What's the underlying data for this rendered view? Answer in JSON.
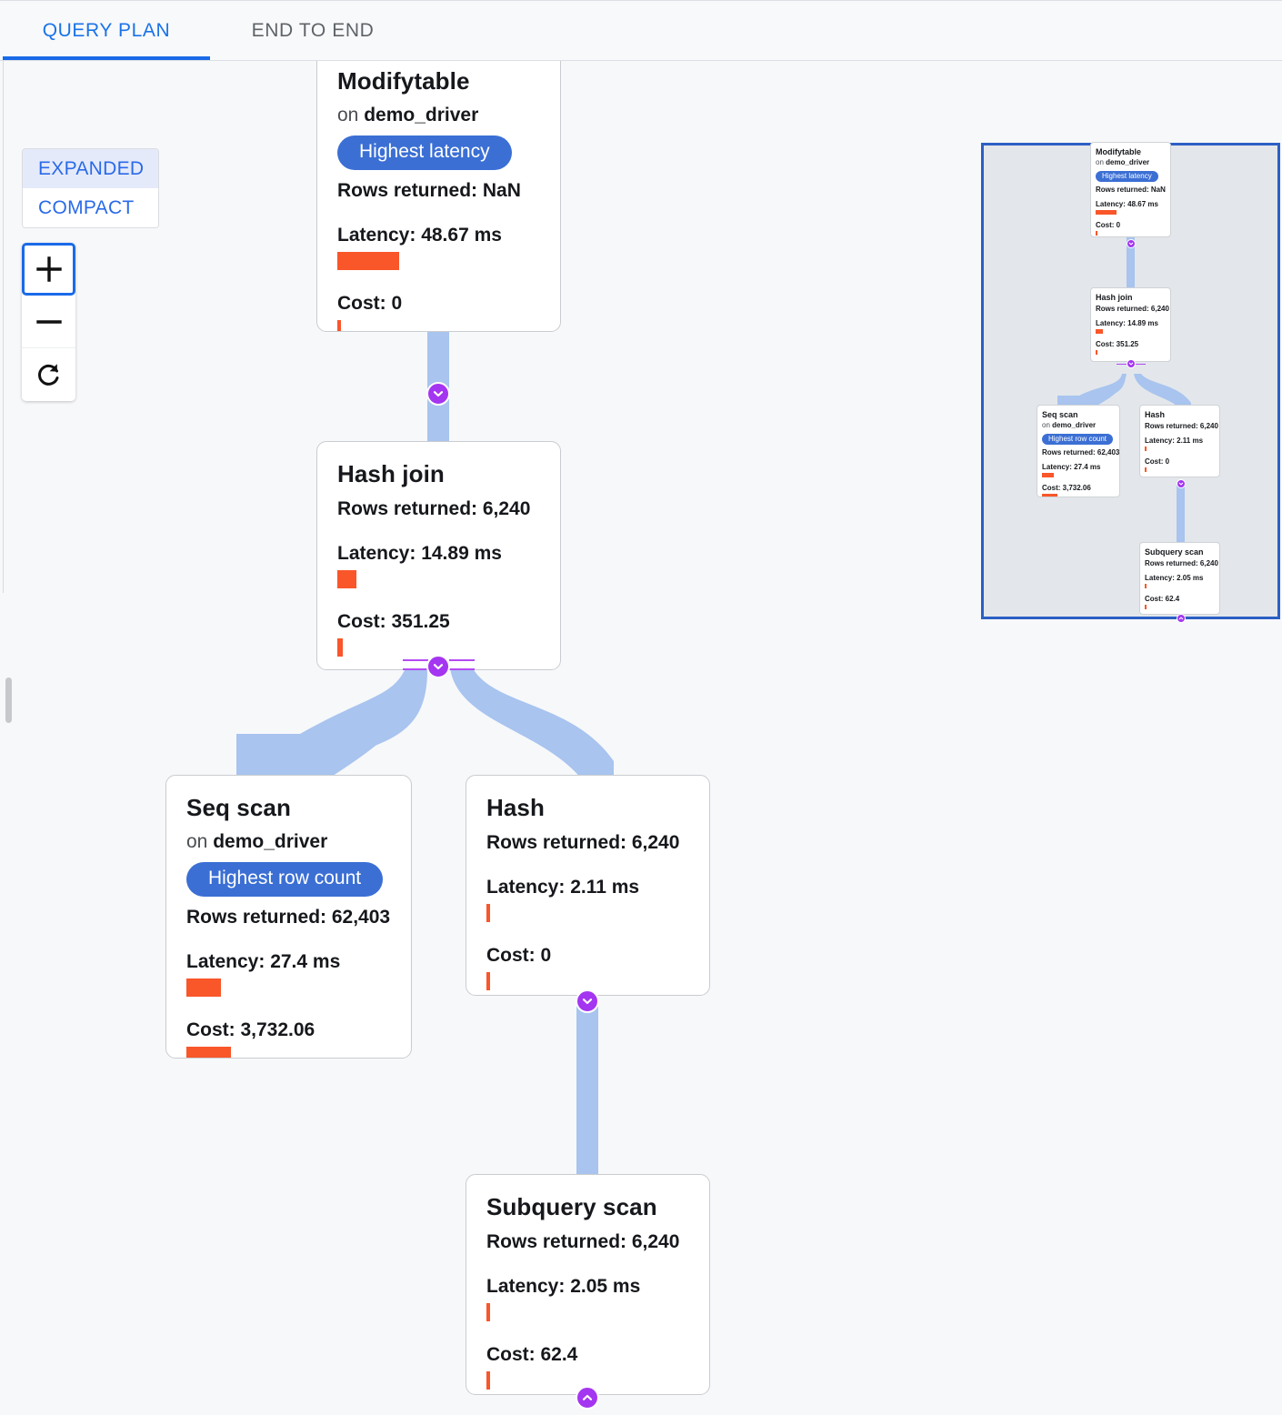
{
  "tabs": [
    {
      "label": "QUERY PLAN",
      "active": true
    },
    {
      "label": "END TO END",
      "active": false
    }
  ],
  "mode_toggle": {
    "expanded_label": "EXPANDED",
    "compact_label": "COMPACT",
    "selected": "EXPANDED"
  },
  "zoom_controls": {
    "zoom_in_label": "+",
    "zoom_out_label": "−",
    "reset_label": "reset-icon"
  },
  "colors": {
    "accent_blue": "#1a6ae8",
    "badge_blue": "#3b6fd4",
    "metric_orange": "#f9562a",
    "chevron_purple": "#a435f0",
    "edge_blue": "#a8c4ef",
    "minimap_border": "#2c5fc4",
    "minimap_bg": "#e3e7eb"
  },
  "nodes": {
    "modifytable": {
      "title": "Modifytable",
      "on_prefix": "on ",
      "relation": "demo_driver",
      "badge": "Highest latency",
      "rows": "Rows returned: NaN",
      "latency": "Latency: 48.67 ms",
      "latency_bar_pct": 100,
      "cost": "Cost: 0",
      "cost_bar_pct": 6
    },
    "hash_join": {
      "title": "Hash join",
      "rows": "Rows returned: 6,240",
      "latency": "Latency: 14.89 ms",
      "latency_bar_pct": 31,
      "cost": "Cost: 351.25",
      "cost_bar_pct": 9
    },
    "seq_scan": {
      "title": "Seq scan",
      "on_prefix": "on ",
      "relation": "demo_driver",
      "badge": "Highest row count",
      "rows": "Rows returned: 62,403",
      "latency": "Latency: 27.4 ms",
      "latency_bar_pct": 56,
      "cost": "Cost: 3,732.06",
      "cost_bar_pct": 72
    },
    "hash": {
      "title": "Hash",
      "rows": "Rows returned: 6,240",
      "latency": "Latency: 2.11 ms",
      "latency_bar_pct": 6,
      "cost": "Cost: 0",
      "cost_bar_pct": 6
    },
    "subquery_scan": {
      "title": "Subquery scan",
      "rows": "Rows returned: 6,240",
      "latency": "Latency: 2.05 ms",
      "latency_bar_pct": 6,
      "cost": "Cost: 62.4",
      "cost_bar_pct": 6
    }
  },
  "minimap": {
    "nodes": {
      "modifytable": {
        "title": "Modifytable",
        "on_prefix": "on ",
        "relation": "demo_driver",
        "badge": "Highest latency",
        "rows": "Rows returned: NaN",
        "latency": "Latency: 48.67 ms",
        "cost": "Cost: 0"
      },
      "hash_join": {
        "title": "Hash join",
        "rows": "Rows returned: 6,240",
        "latency": "Latency: 14.89 ms",
        "cost": "Cost: 351.25"
      },
      "seq_scan": {
        "title": "Seq scan",
        "on_prefix": "on ",
        "relation": "demo_driver",
        "badge": "Highest row count",
        "rows": "Rows returned: 62,403",
        "latency": "Latency: 27.4 ms",
        "cost": "Cost: 3,732.06"
      },
      "hash": {
        "title": "Hash",
        "rows": "Rows returned: 6,240",
        "latency": "Latency: 2.11 ms",
        "cost": "Cost: 0"
      },
      "subquery_scan": {
        "title": "Subquery scan",
        "rows": "Rows returned: 6,240",
        "latency": "Latency: 2.05 ms",
        "cost": "Cost: 62.4"
      }
    }
  }
}
